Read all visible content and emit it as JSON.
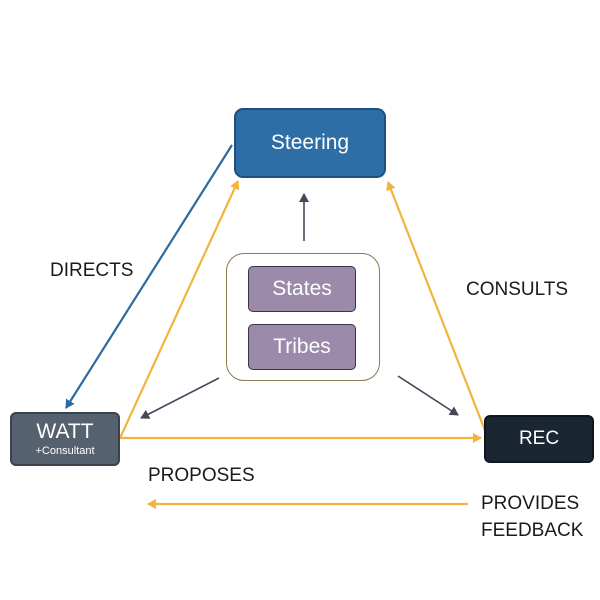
{
  "nodes": {
    "steering": "Steering",
    "watt_main": "WATT",
    "watt_sub": "+Consultant",
    "rec": "REC",
    "states": "States",
    "tribes": "Tribes"
  },
  "labels": {
    "directs": "DIRECTS",
    "consults": "CONSULTS",
    "proposes": "PROPOSES",
    "provides_feedback": "PROVIDES\nFEEDBACK"
  },
  "colors": {
    "blue_arrow": "#2c6aa0",
    "orange_arrow": "#f2b43c",
    "gray_arrow": "#4a4458",
    "steering_fill": "#2e6ea6",
    "watt_fill": "#55616f",
    "rec_fill": "#1a2733",
    "member_fill": "#9b8aaa",
    "group_border": "#8a7a50"
  }
}
